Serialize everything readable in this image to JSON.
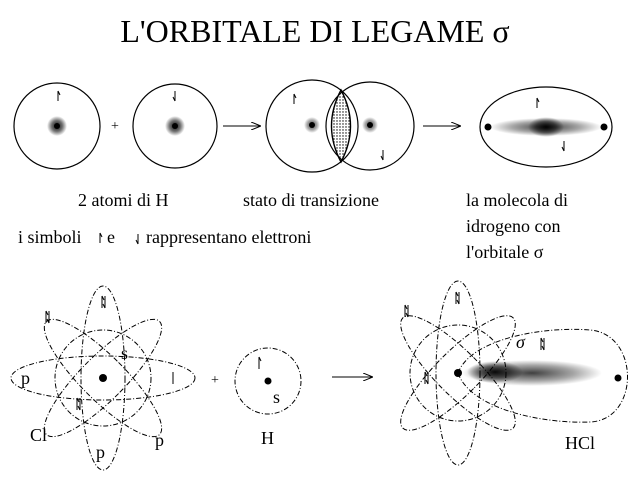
{
  "title": "L'ORBITALE DI LEGAME σ",
  "operators": {
    "plus": "+"
  },
  "captions": {
    "two_atoms": "2 atomi di H",
    "transition": "stato di transizione",
    "molecule_line1": "la molecola di",
    "molecule_line2": "idrogeno con",
    "molecule_line3": "l'orbitale σ",
    "symbols_part1": "i simboli",
    "symbols_part2": "e",
    "symbols_part3": "rappresentano elettroni"
  },
  "hcl": {
    "p_left": "p",
    "s_label": "s",
    "p_bottom_right": "p",
    "p_bottom": "p",
    "cl_label": "Cl",
    "h_label": "H",
    "h_s_label": "s",
    "sigma_label": "σ",
    "hcl_label": "HCl"
  },
  "colors": {
    "ink": "#000000",
    "background": "#ffffff"
  }
}
